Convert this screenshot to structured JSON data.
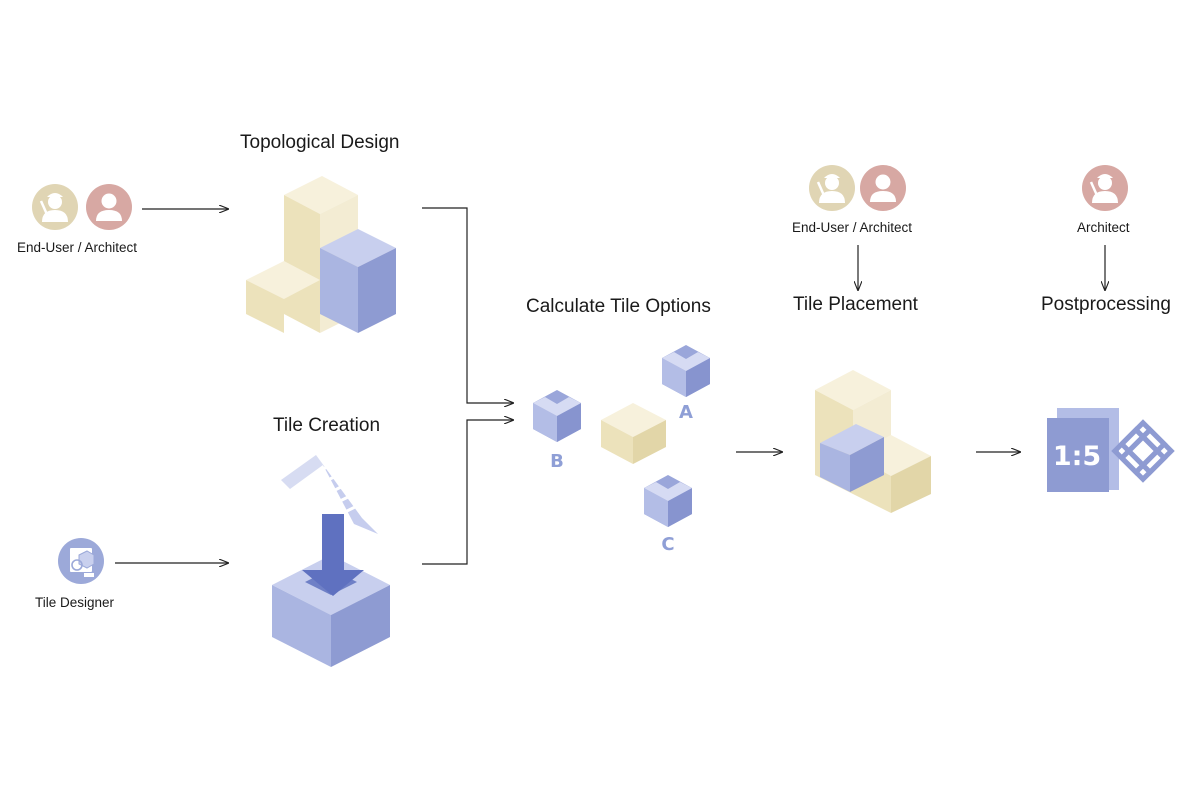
{
  "titles": {
    "topological_design": "Topological Design",
    "tile_creation": "Tile Creation",
    "calculate_tile_options": "Calculate Tile Options",
    "tile_placement": "Tile Placement",
    "postprocessing": "Postprocessing"
  },
  "roles": {
    "end_user_architect_1": "End-User / Architect",
    "tile_designer": "Tile Designer",
    "end_user_architect_2": "End-User / Architect",
    "architect": "Architect"
  },
  "tile_options": [
    "A",
    "B",
    "C"
  ],
  "postprocessing_scale": "1:5",
  "colors": {
    "cream": "#f1e9c9",
    "periwinkle": "#a3aedc",
    "architect_icon_bg": "#e0d5b4",
    "user_icon_bg": "#d7a8a3",
    "tile_designer_icon_bg": "#9ca9d9"
  },
  "icons": [
    "architect-icon",
    "user-icon",
    "tile-designer-icon",
    "screw-icon",
    "arrow-down-icon",
    "blueprint-icon",
    "knot-icon"
  ]
}
